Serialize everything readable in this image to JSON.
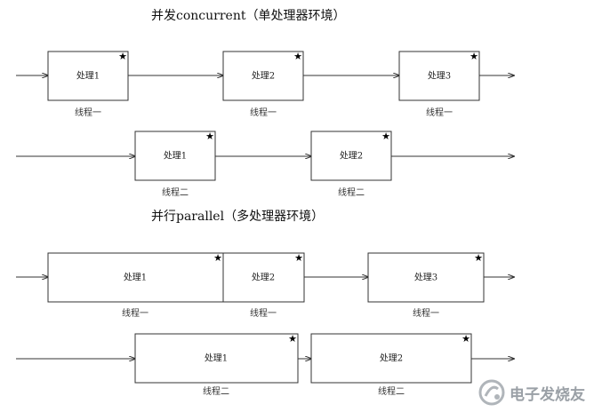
{
  "concurrent": {
    "title": "并发concurrent（单处理器环境）",
    "rows": [
      {
        "thread_label": "线程一",
        "boxes": [
          {
            "label": "处理1",
            "star": "★"
          },
          {
            "label": "处理2",
            "star": "★"
          },
          {
            "label": "处理3",
            "star": "★"
          }
        ]
      },
      {
        "thread_label": "线程二",
        "boxes": [
          {
            "label": "处理1",
            "star": "★"
          },
          {
            "label": "处理2",
            "star": "★"
          }
        ]
      }
    ]
  },
  "parallel": {
    "title": "并行parallel（多处理器环境）",
    "rows": [
      {
        "thread_label": "线程一",
        "boxes": [
          {
            "label": "处理1",
            "star": "★"
          },
          {
            "label": "处理2",
            "star": "★"
          },
          {
            "label": "处理3",
            "star": "★"
          }
        ]
      },
      {
        "thread_label": "线程二",
        "boxes": [
          {
            "label": "处理1",
            "star": "★"
          },
          {
            "label": "处理2",
            "star": "★"
          }
        ]
      }
    ]
  },
  "watermark": {
    "text": "电子发烧友",
    "icon": "elecfans-logo-icon"
  }
}
